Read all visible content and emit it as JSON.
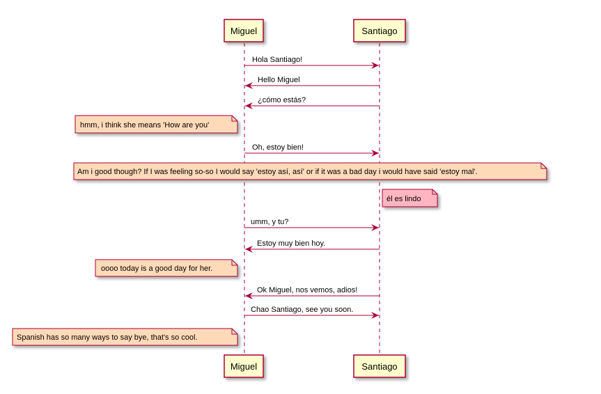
{
  "participants": [
    {
      "id": "miguel",
      "label": "Miguel"
    },
    {
      "id": "santiago",
      "label": "Santiago"
    }
  ],
  "messages": [
    {
      "from": "miguel",
      "to": "santiago",
      "text": "Hola Santiago!"
    },
    {
      "from": "santiago",
      "to": "miguel",
      "text": "Hello Miguel"
    },
    {
      "from": "santiago",
      "to": "miguel",
      "text": "¿cómo estás?"
    },
    {
      "from": "miguel",
      "to": "santiago",
      "text": "Oh, estoy bien!"
    },
    {
      "from": "miguel",
      "to": "santiago",
      "text": "umm, y tu?"
    },
    {
      "from": "santiago",
      "to": "miguel",
      "text": "Estoy muy bien hoy."
    },
    {
      "from": "santiago",
      "to": "miguel",
      "text": "Ok Miguel, nos vemos, adios!"
    },
    {
      "from": "miguel",
      "to": "santiago",
      "text": "Chao Santiago, see you soon."
    }
  ],
  "notes": [
    {
      "text": "hmm, i think she means 'How are you'",
      "color": "#FFDAB9"
    },
    {
      "text": "Am i good though? If I was feeling so-so I would say 'estoy así, así' or if it was a bad day i would have said 'estoy mal'.",
      "color": "#FFDAB9"
    },
    {
      "text": "él es lindo",
      "color": "#FFB6C1"
    },
    {
      "text": "oooo today is a good day for her.",
      "color": "#FFDAB9"
    },
    {
      "text": "Spanish has so many ways to say bye, that's so cool.",
      "color": "#FFDAB9"
    }
  ],
  "colors": {
    "arrow": "#A80036",
    "participant_fill": "#FEFECE",
    "participant_border": "#A80036",
    "lifeline": "#A80036"
  }
}
